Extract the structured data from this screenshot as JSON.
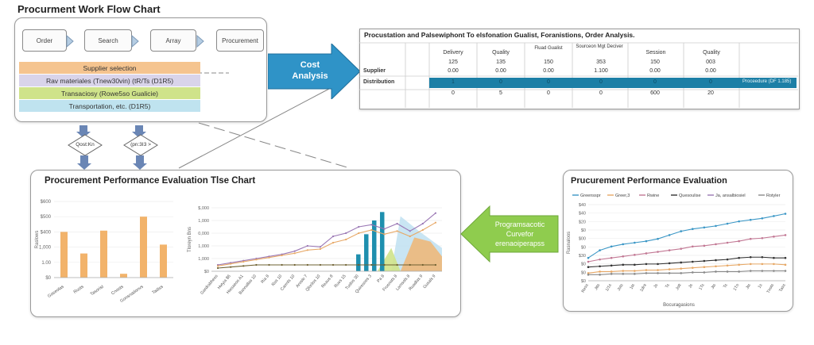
{
  "workflow": {
    "title": "Procurment Work Flow Chart",
    "steps": [
      "Order",
      "Search",
      "Array",
      "Procurement"
    ],
    "bands": [
      {
        "label": "Supplier selection",
        "color": "#f5c48f"
      },
      {
        "label": "Rav materiales (Tnew30vin) (tR/Ts (D1R5)",
        "color": "#d9d4ea"
      },
      {
        "label": "Transaciosy (Rowe5so Gualicie)",
        "color": "#cfe38a"
      },
      {
        "label": "Transportation, etc. (D1R5)",
        "color": "#bfe3ef"
      }
    ],
    "diamonds": [
      "Qost:Kn",
      "(pn:3I3 >"
    ]
  },
  "cost_arrow": {
    "label": "Cost Analysis",
    "color": "#2f93c7"
  },
  "analysis_table": {
    "title": "Procustation and Palsewiphont To elsfonation Gualist, Foranistions, Order Analysis.",
    "columns": [
      "Delivery",
      "Quality",
      "Fluad Gualist",
      "Sourceon Mgt Deciver",
      "Session",
      "Quality"
    ],
    "rows": [
      {
        "label": "",
        "values": [
          "125",
          "135",
          "150",
          "353",
          "150",
          "003"
        ]
      },
      {
        "label": "Supplier",
        "values": [
          "0.00",
          "0.00",
          "0.00",
          "1.100",
          "0.00",
          "0.00"
        ]
      },
      {
        "label": "Distribution",
        "values": [
          "1",
          "0",
          "0",
          "0",
          "0",
          "0"
        ],
        "note": "Proceedure (DF 1.185)"
      },
      {
        "label": "",
        "values": [
          "0",
          "5",
          "0",
          "0",
          "600",
          "20"
        ]
      }
    ],
    "highlight_color": "#1c7fa6"
  },
  "mid_panel": {
    "title": "Procurement Performance Evaluation Tlse Chart"
  },
  "green_arrow": {
    "label": "Programsacotic Curvefor erenaoiperapss",
    "color": "#8fcc4e"
  },
  "right_panel": {
    "title": "Prucurement Performance Evaluation"
  },
  "chart_data": [
    {
      "type": "bar",
      "ylabel": "Raslows",
      "yticks": [
        "$600",
        "$500",
        "$400",
        "1,000",
        "1.00",
        "$0"
      ],
      "categories": [
        "Goseolas",
        "Rusts",
        "Tasorist",
        "Cnosts",
        "Gonsnadonvs",
        "Tadiss"
      ],
      "values": [
        3.6,
        1.9,
        3.7,
        0.3,
        4.8,
        2.6
      ],
      "ylim": [
        0,
        6
      ],
      "color": "#f2b36b"
    },
    {
      "type": "line",
      "ylabel": "Tloreyn Bns",
      "yticks": [
        "$,000",
        "1,000",
        "0,000",
        "1,000",
        "1,000",
        "$0"
      ],
      "categories": [
        "Gardrabhess",
        "Hvtyia $6",
        "Hiesaeos A1",
        "Bannallas 10",
        "Ria 8",
        "Ras 10",
        "Carrnls 10",
        "Arosle 7",
        "Qlorilos 10",
        "Reaus 8",
        "Ruvs 15",
        "Tuslos 30",
        "Quiresoes 3",
        "Pa 8",
        "Frusnats 8",
        "Lamsols 8",
        "Ruadlas 9",
        "Gusals 9"
      ],
      "series": [
        {
          "values": [
            0.6,
            0.8,
            1.0,
            1.2,
            1.4,
            1.6,
            1.9,
            2.4,
            2.3,
            3.3,
            3.6,
            4.2,
            4.4,
            4.0,
            4.5,
            3.8,
            4.5,
            5.5
          ],
          "color": "#9a77b4"
        },
        {
          "values": [
            0.5,
            0.7,
            0.9,
            1.1,
            1.3,
            1.5,
            1.7,
            2.0,
            2.1,
            2.7,
            3.0,
            3.6,
            3.9,
            3.5,
            3.8,
            3.3,
            3.9,
            4.6
          ],
          "color": "#e7a866"
        },
        {
          "values": [
            0.3,
            0.4,
            0.5,
            0.6,
            0.6,
            0.6,
            0.6,
            0.6,
            0.6,
            0.6,
            0.6,
            0.6,
            0.6,
            0.6,
            0.6,
            0.6,
            0.6,
            0.6
          ],
          "color": "#6e6030"
        }
      ],
      "bars": [
        {
          "category": "Quiresoes 3",
          "values": [
            1.6,
            3.5,
            4.8,
            5.6
          ],
          "color": "#1e8fae"
        }
      ],
      "ylim": [
        0,
        6
      ]
    },
    {
      "type": "line",
      "ylabel": "Rasnaloos",
      "yticks": [
        "$40",
        "$40",
        "$20",
        "$0",
        "$00",
        "$0",
        "$30",
        "$0",
        "$0",
        "$0"
      ],
      "categories": [
        "Ress",
        "Jtts",
        "1/1s",
        "Jsts",
        "1ts",
        "1dra",
        "Js",
        "Ts",
        "Jstt",
        "Js",
        "1Ts",
        "Jts",
        "Ts",
        "1Tn",
        "Jts",
        "1s",
        "Tnsts",
        "Tass"
      ],
      "xlabel": "Bocuragasions",
      "legend": [
        "Greensspr",
        "Greer,3",
        "Rwine",
        "Quesoulise",
        "Ja, ansalbiosiel",
        "Rotyler"
      ],
      "series": [
        {
          "name": "Greensspr",
          "values": [
            30,
            40,
            45,
            48,
            50,
            52,
            55,
            60,
            65,
            68,
            70,
            72,
            75,
            78,
            80,
            82,
            85,
            88
          ],
          "color": "#3b97c6"
        },
        {
          "name": "Rwine",
          "values": [
            25,
            28,
            30,
            32,
            34,
            36,
            38,
            40,
            42,
            45,
            46,
            48,
            50,
            52,
            55,
            56,
            58,
            60
          ],
          "color": "#c27894"
        },
        {
          "name": "Quesoulise",
          "values": [
            18,
            19,
            20,
            21,
            21,
            22,
            22,
            23,
            24,
            25,
            26,
            27,
            28,
            30,
            31,
            31,
            30,
            30
          ],
          "color": "#333333"
        },
        {
          "name": "Greer,3",
          "values": [
            10,
            12,
            12,
            13,
            13,
            14,
            14,
            15,
            16,
            17,
            18,
            19,
            20,
            21,
            22,
            22,
            22,
            21
          ],
          "color": "#e7a866"
        },
        {
          "name": "Rotyler",
          "values": [
            8,
            8,
            9,
            9,
            9,
            10,
            10,
            10,
            10,
            11,
            11,
            12,
            12,
            12,
            13,
            13,
            13,
            13
          ],
          "color": "#8a8a8a"
        }
      ],
      "ylim": [
        0,
        100
      ]
    }
  ]
}
